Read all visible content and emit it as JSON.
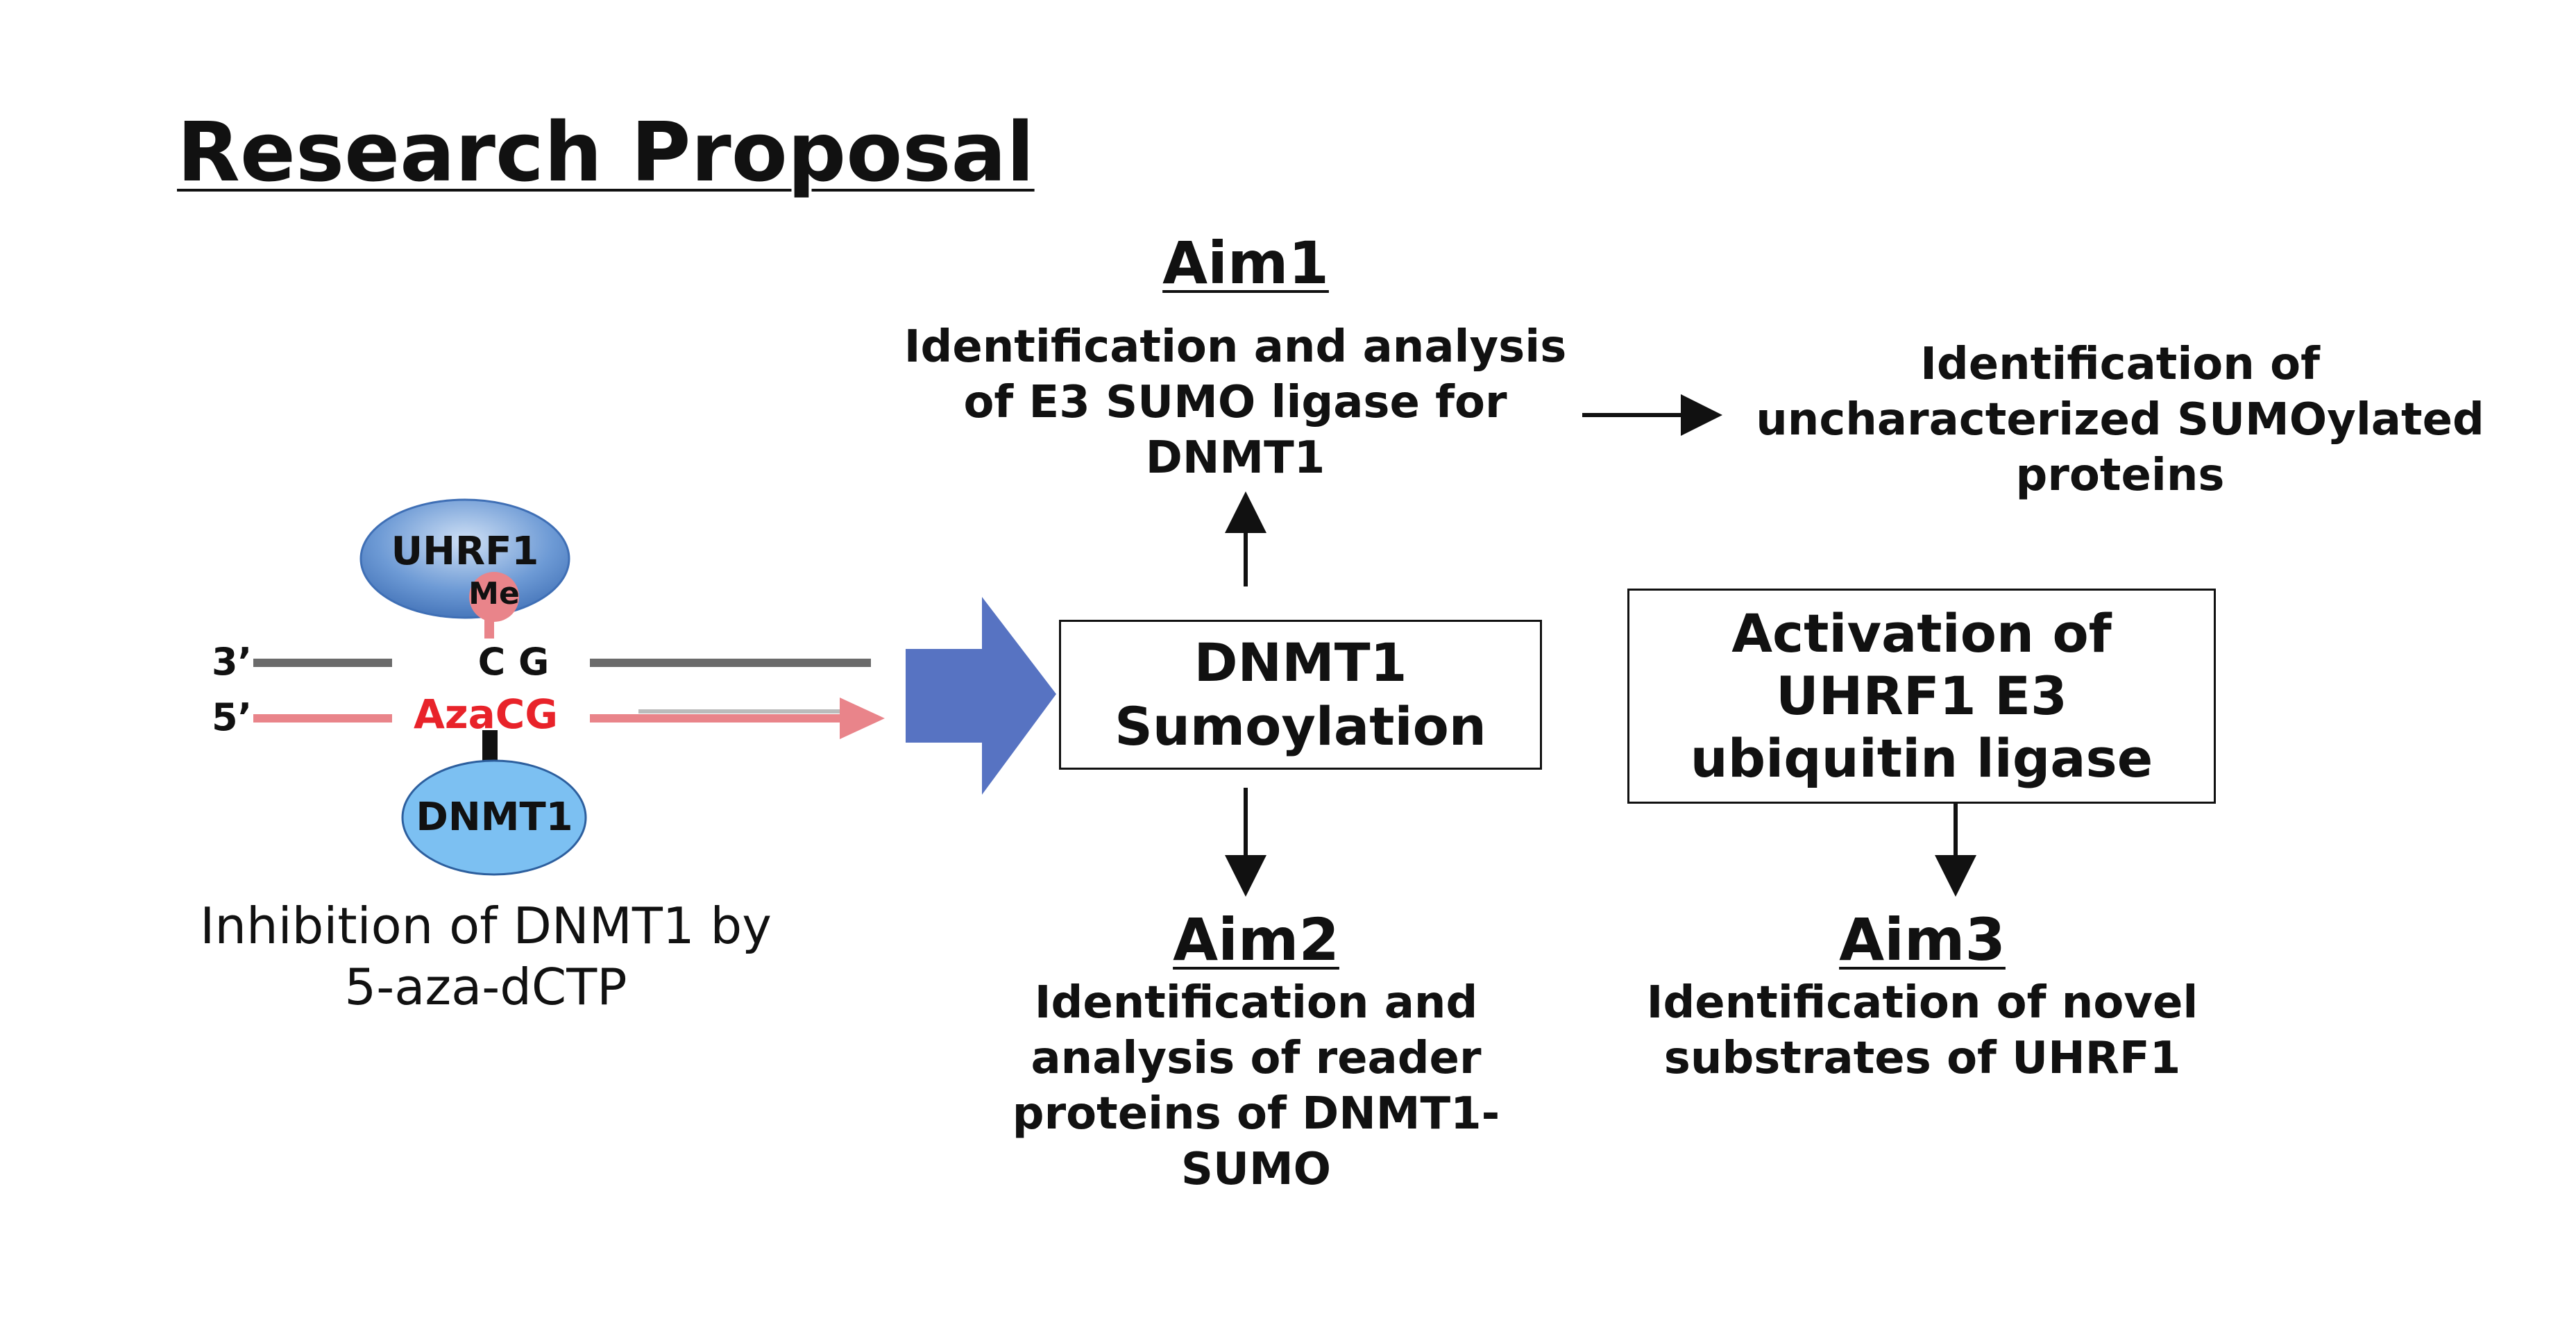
{
  "title": "Research Proposal",
  "mechanism": {
    "strand_top_label": "3’",
    "strand_bottom_label": "5’",
    "uhrf1": "UHRF1",
    "methyl": "Me",
    "cg": "C G",
    "aza_cg": "AzaCG",
    "dnmt1": "DNMT1",
    "caption_line1": "Inhibition of DNMT1 by",
    "caption_line2": "5-aza-dCTP"
  },
  "center_box": {
    "line1": "DNMT1",
    "line2": "Sumoylation"
  },
  "aim1": {
    "heading": "Aim1",
    "lines": [
      "Identification and analysis",
      "of E3 SUMO ligase for",
      "DNMT1"
    ]
  },
  "outcome1": {
    "lines": [
      "Identification of",
      "uncharacterized SUMOylated",
      "proteins"
    ]
  },
  "aim2": {
    "heading": "Aim2",
    "lines": [
      "Identification and",
      "analysis of reader",
      "proteins of DNMT1-",
      "SUMO"
    ]
  },
  "activation_box": {
    "lines": [
      "Activation of",
      "UHRF1 E3",
      "ubiquitin ligase"
    ]
  },
  "aim3": {
    "heading": "Aim3",
    "lines": [
      "Identification of novel",
      "substrates of UHRF1"
    ]
  },
  "colors": {
    "big_arrow": "#5773c2",
    "uhrf1_fill": "#4f83c6",
    "dnmt1_fill": "#7cc0f2",
    "aza_red": "#e8232a",
    "pink_strand": "#e9848a",
    "gray_strand": "#6b6b6b"
  }
}
